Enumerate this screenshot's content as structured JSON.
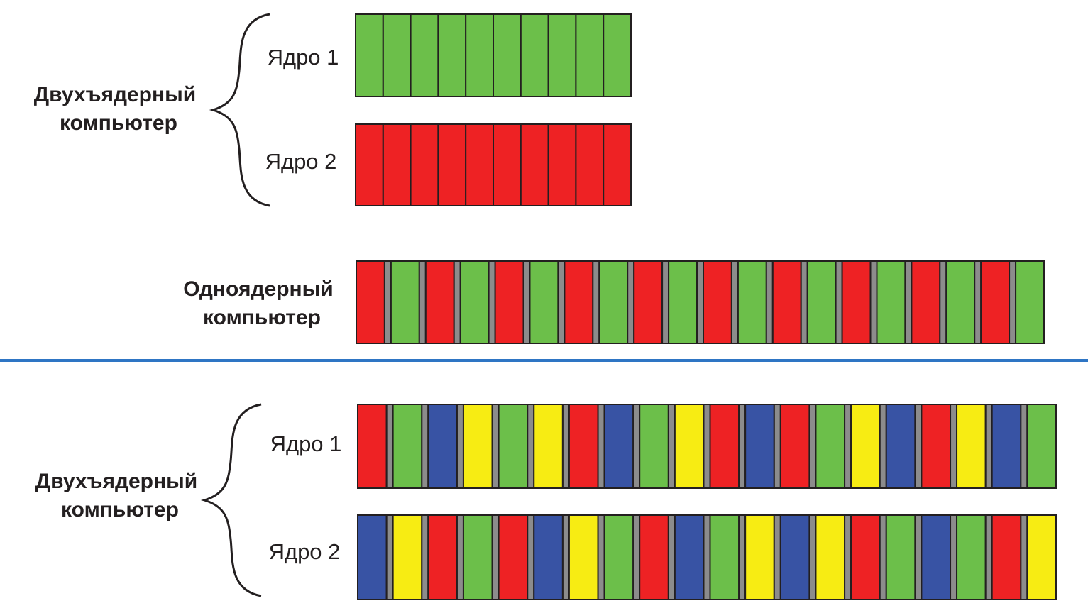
{
  "colors": {
    "green": "#6cbf4a",
    "red": "#ee2224",
    "blue": "#3853a4",
    "yellow": "#f7ec13",
    "gap": "#8c8c8c",
    "divider": "#2e75c4"
  },
  "top_section": {
    "dual_label": [
      "Двухъядерный",
      "компьютер"
    ],
    "core1_label": "Ядро 1",
    "core2_label": "Ядро 2",
    "core1_blocks": [
      "green",
      "green",
      "green",
      "green",
      "green",
      "green",
      "green",
      "green",
      "green",
      "green"
    ],
    "core2_blocks": [
      "red",
      "red",
      "red",
      "red",
      "red",
      "red",
      "red",
      "red",
      "red",
      "red"
    ],
    "single_label": [
      "Одноядерный",
      "компьютер"
    ],
    "single_blocks": [
      "red",
      "green",
      "red",
      "green",
      "red",
      "green",
      "red",
      "green",
      "red",
      "green",
      "red",
      "green",
      "red",
      "green",
      "red",
      "green",
      "red",
      "green",
      "red",
      "green"
    ]
  },
  "bottom_section": {
    "dual_label": [
      "Двухъядерный",
      "компьютер"
    ],
    "core1_label": "Ядро 1",
    "core2_label": "Ядро 2",
    "core1_blocks": [
      "red",
      "green",
      "blue",
      "yellow",
      "green",
      "yellow",
      "red",
      "blue",
      "green",
      "yellow",
      "red",
      "blue",
      "red",
      "green",
      "yellow",
      "blue",
      "red",
      "yellow",
      "blue",
      "green"
    ],
    "core2_blocks": [
      "blue",
      "yellow",
      "red",
      "green",
      "red",
      "blue",
      "yellow",
      "green",
      "red",
      "blue",
      "green",
      "yellow",
      "blue",
      "yellow",
      "red",
      "green",
      "blue",
      "green",
      "red",
      "yellow"
    ]
  }
}
